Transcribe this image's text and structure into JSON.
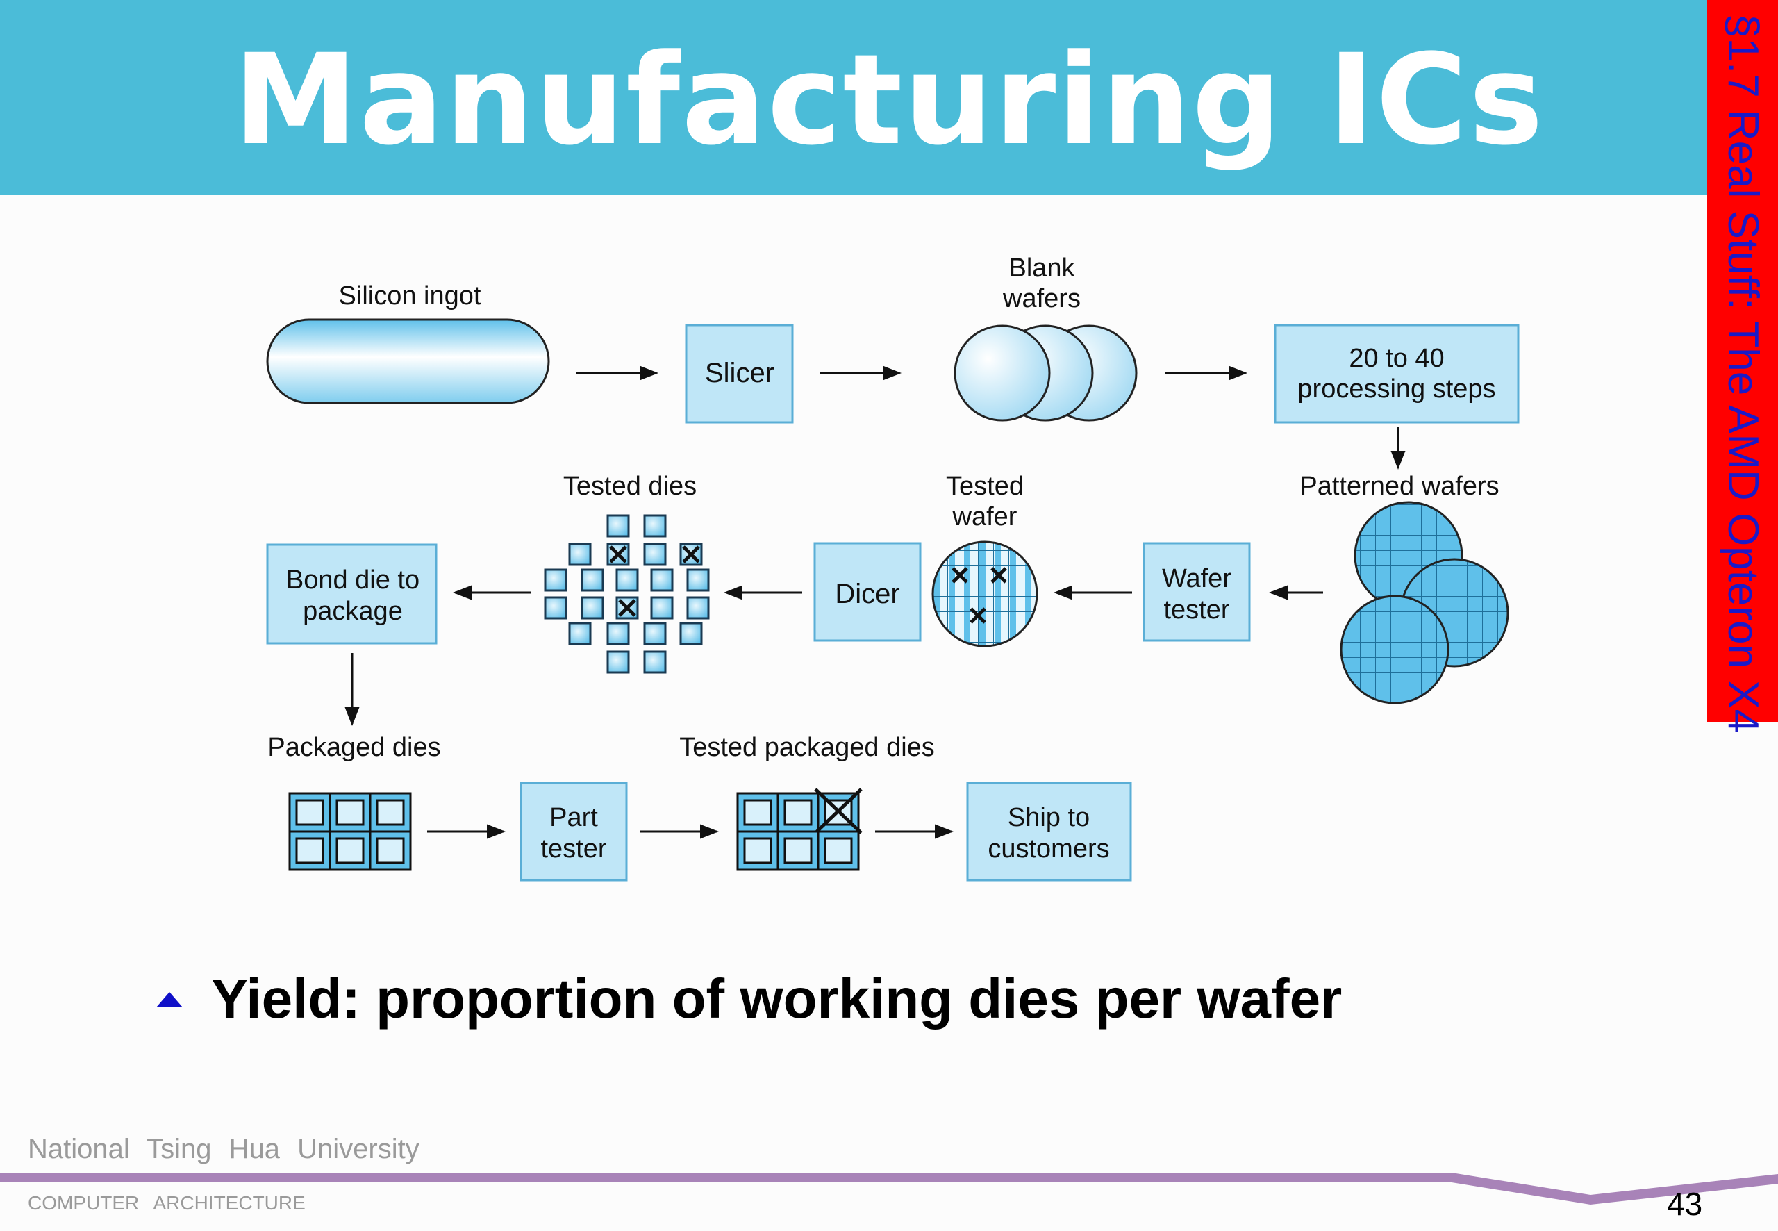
{
  "slide": {
    "title": "Manufacturing ICs",
    "section_tab": "§1.7 Real Stuff: The AMD Opteron X4",
    "bullet": "Yield: proportion of working dies per wafer",
    "footer": {
      "university": "National Tsing Hua University",
      "department": "COMPUTER ARCHITECTURE",
      "page_number": "43"
    }
  },
  "diagram": {
    "labels": {
      "silicon_ingot": "Silicon ingot",
      "blank_wafers_1": "Blank",
      "blank_wafers_2": "wafers",
      "patterned_wafers": "Patterned wafers",
      "tested_wafer_1": "Tested",
      "tested_wafer_2": "wafer",
      "tested_dies": "Tested dies",
      "packaged_dies": "Packaged dies",
      "tested_packaged_dies": "Tested packaged dies"
    },
    "boxes": {
      "slicer": [
        "Slicer"
      ],
      "processing": [
        "20 to 40",
        "processing steps"
      ],
      "wafer_tester": [
        "Wafer",
        "tester"
      ],
      "dicer": [
        "Dicer"
      ],
      "bond": [
        "Bond die to",
        "package"
      ],
      "part_tester": [
        "Part",
        "tester"
      ],
      "ship": [
        "Ship to",
        "customers"
      ]
    },
    "colors": {
      "box_fill": "#bfe6f7",
      "box_stroke": "#5aaed6",
      "die_fill": "#5fc0ea"
    }
  }
}
